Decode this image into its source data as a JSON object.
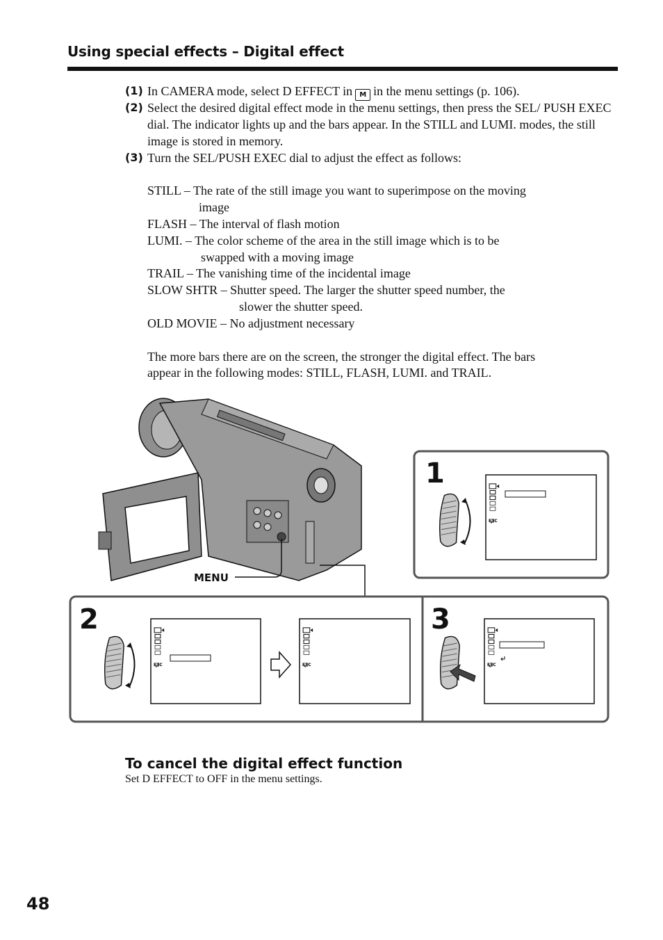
{
  "section_title": "Using special effects – Digital effect",
  "steps": [
    {
      "num": "(1)",
      "text_before_icon": "In CAMERA mode, select D EFFECT in",
      "icon": "camera-menu-icon",
      "icon_text": "M",
      "text_after_icon": "in the menu settings (p. 106)."
    },
    {
      "num": "(2)",
      "text": "Select the desired digital effect mode in the menu settings, then press the SEL/ PUSH EXEC dial. The indicator lights up and the bars appear. In the STILL and LUMI. modes, the still image is stored in memory."
    },
    {
      "num": "(3)",
      "text": "Turn the SEL/PUSH EXEC dial to adjust the effect as follows:"
    }
  ],
  "effects": [
    {
      "line1": "STILL – The rate of the still image you want to superimpose on the moving",
      "line2": "image"
    },
    {
      "line1": "FLASH – The interval of flash motion"
    },
    {
      "line1": "LUMI. –  The color scheme of the area in the still image which is to be",
      "line2": "swapped with a moving image"
    },
    {
      "line1": "TRAIL – The vanishing time of the incidental image"
    },
    {
      "line1": "SLOW SHTR – Shutter speed. The larger the shutter speed number, the",
      "line2": "slower the shutter speed."
    },
    {
      "line1": "OLD MOVIE – No adjustment necessary"
    }
  ],
  "bars_note_line1": "The more bars there are on the screen, the stronger the digital effect. The bars",
  "bars_note_line2": "appear in the following modes: STILL, FLASH, LUMI. and TRAIL.",
  "figure": {
    "menu_label": "MENU",
    "panel_numbers": [
      "1",
      "2",
      "3"
    ],
    "menu_etc_label": "ETC",
    "colors": {
      "line": "#111111",
      "panel_border": "#555555",
      "camera_fill": "#9a9a9a",
      "dial_fill": "#c8c8c8"
    }
  },
  "cancel_heading": "To cancel the digital effect function",
  "cancel_text": "Set D EFFECT to OFF in the menu settings.",
  "page_number": "48"
}
